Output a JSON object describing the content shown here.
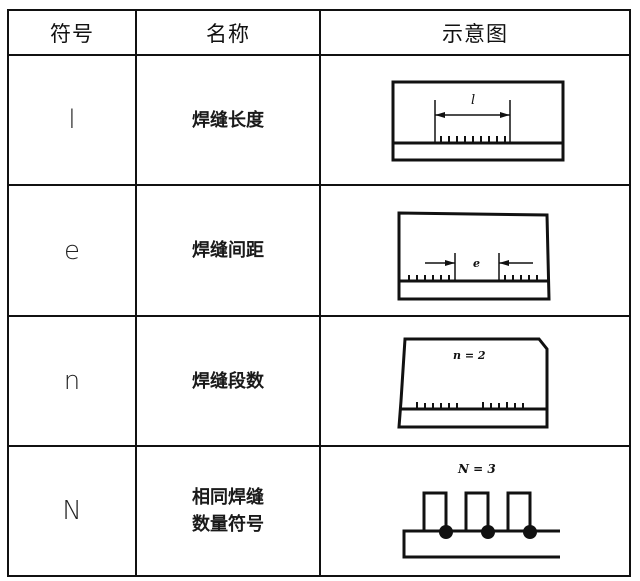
{
  "table": {
    "headers": [
      "符号",
      "名称",
      "示意图"
    ],
    "rows": [
      {
        "symbol": "l",
        "name": "焊缝长度",
        "diagram": {
          "icon": "weld-length-diagram",
          "label": "l"
        }
      },
      {
        "symbol": "e",
        "name": "焊缝间距",
        "diagram": {
          "icon": "weld-spacing-diagram",
          "label": "e"
        }
      },
      {
        "symbol": "n",
        "name": "焊缝段数",
        "diagram": {
          "icon": "weld-segment-count-diagram",
          "label": "n = 2"
        }
      },
      {
        "symbol": "N",
        "name_line1": "相同焊缝",
        "name_line2": "数量符号",
        "diagram": {
          "icon": "same-weld-count-diagram",
          "label": "N = 3"
        }
      }
    ]
  },
  "colors": {
    "line": "#111111",
    "background": "#ffffff"
  }
}
